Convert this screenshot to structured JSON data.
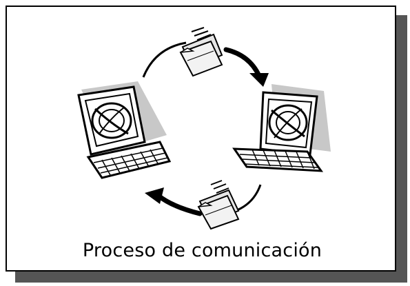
{
  "caption": "Proceso de comunicación",
  "icons": {
    "computer_left": "computer-icon",
    "computer_right": "computer-icon",
    "folder_top": "folder-icon",
    "folder_bottom": "folder-icon",
    "arrow_top": "curved-arrow-right",
    "arrow_bottom": "curved-arrow-left"
  },
  "colors": {
    "frame_border": "#000000",
    "shadow": "#555555",
    "screen_backdrop": "#c8c8c8",
    "line_art": "#000000"
  }
}
